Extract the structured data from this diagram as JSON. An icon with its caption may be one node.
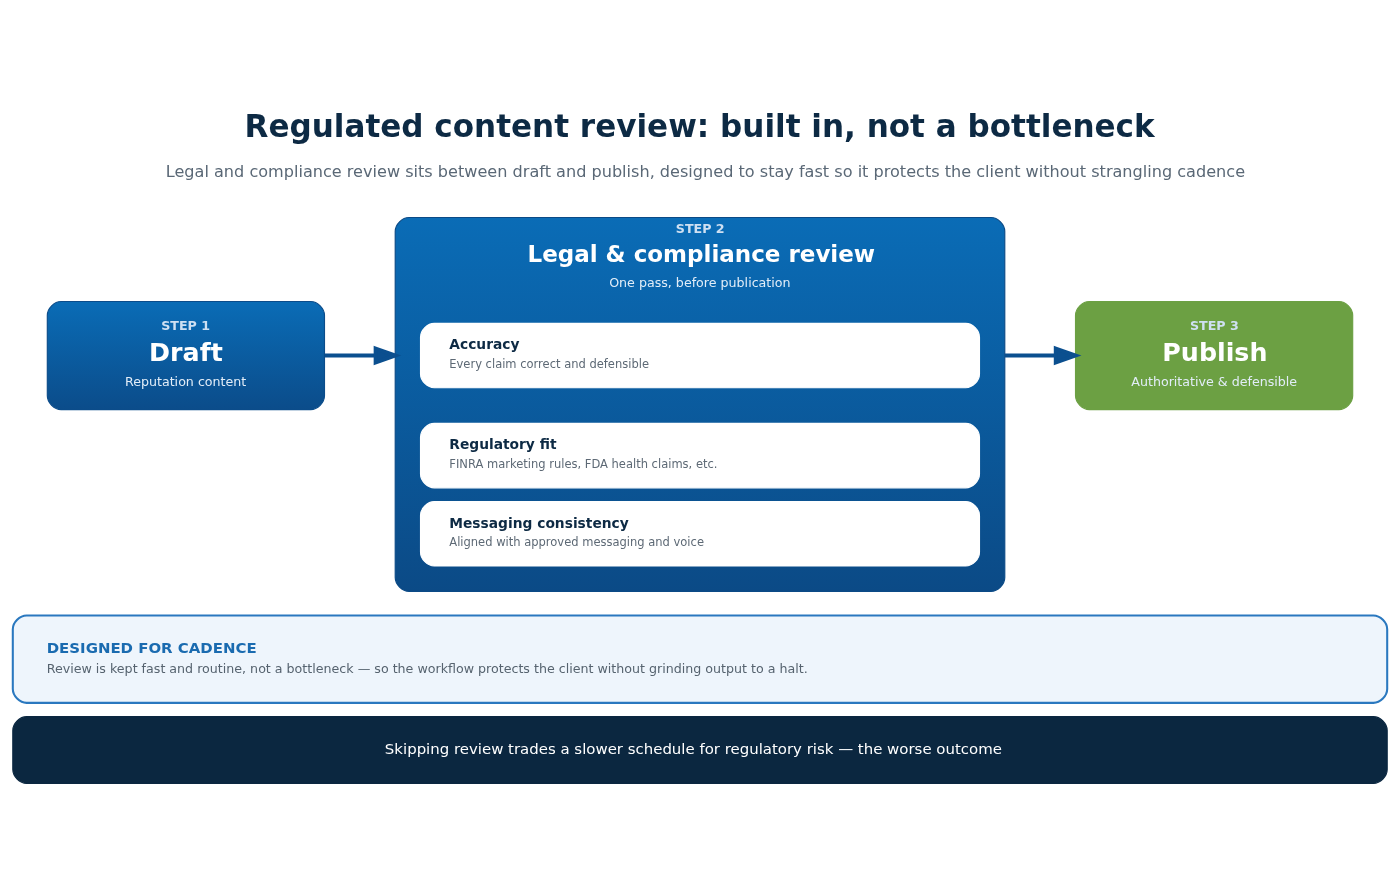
{
  "diagram": {
    "title": "Regulated content review: built in, not a bottleneck",
    "nodes": [
      {
        "text": [
          "STEP 1",
          "Draft",
          "Reputation content"
        ]
      },
      {
        "text": [
          "STEP 2",
          "Legal & compliance review",
          "One pass, before publication"
        ]
      },
      {
        "text": [
          "Accuracy",
          "Every claim correct and defensible"
        ],
        "in": 1
      },
      {
        "text": [
          "Regulatory fit",
          "FINRA marketing rules, FDA health claims, etc."
        ],
        "in": 1
      },
      {
        "text": [
          "Messaging consistency",
          "Aligned with approved messaging and voice"
        ],
        "in": 1
      },
      {
        "text": [
          "STEP 3",
          "Publish",
          "Authoritative & defensible"
        ]
      },
      {
        "text": [
          "DESIGNED FOR CADENCE",
          "Review is kept fast and routine, not a bottleneck — so the workflow protects the client without grinding output to a halt."
        ]
      },
      {
        "text": [
          "Skipping review trades a slower schedule for regulatory risk — the worse outcome"
        ]
      }
    ],
    "edges": [
      {
        "from": 0,
        "to": 1,
        "arrow": "to"
      },
      {
        "from": 1,
        "to": 5,
        "arrow": "to"
      }
    ],
    "labels": [
      "Legal and compliance review sits between draft and publish, designed to stay fast so it protects the client without strangling cadence"
    ]
  }
}
